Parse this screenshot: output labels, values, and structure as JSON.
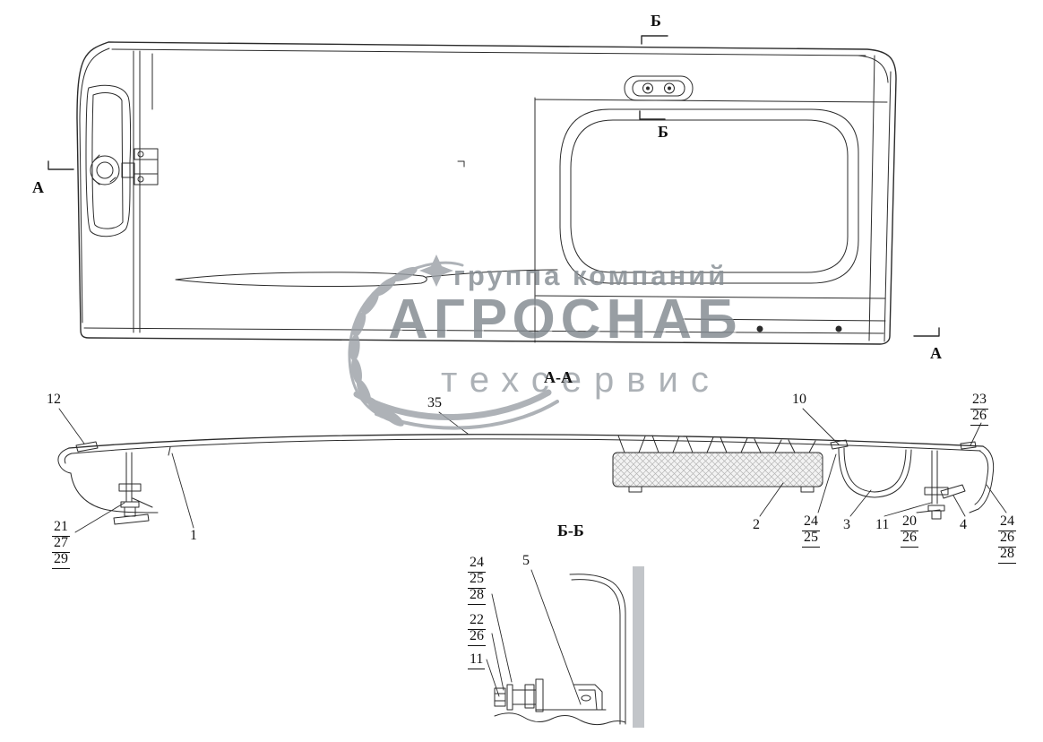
{
  "watermark": {
    "line1": "группа компаний",
    "line2": "АГРОСНАБ",
    "line3": "техсервис"
  },
  "sections": {
    "cut_b_top": "Б",
    "cut_b_mid": "Б",
    "cut_a_left": "А",
    "cut_a_right": "А",
    "view_aa": "А-А",
    "view_bb": "Б-Б"
  },
  "callouts": {
    "c12": "12",
    "c35": "35",
    "c10": "10",
    "c23": "23",
    "c26a": "26",
    "c21": "21",
    "c27": "27",
    "c29": "29",
    "c1": "1",
    "c2": "2",
    "c24a": "24",
    "c25a": "25",
    "c3": "3",
    "c11a": "11",
    "c20": "20",
    "c26b": "26",
    "c4": "4",
    "c24b": "24",
    "c26c": "26",
    "c28a": "28",
    "c24c": "24",
    "c25b": "25",
    "c28b": "28",
    "c22": "22",
    "c26d": "26",
    "c11b": "11",
    "c5": "5"
  }
}
